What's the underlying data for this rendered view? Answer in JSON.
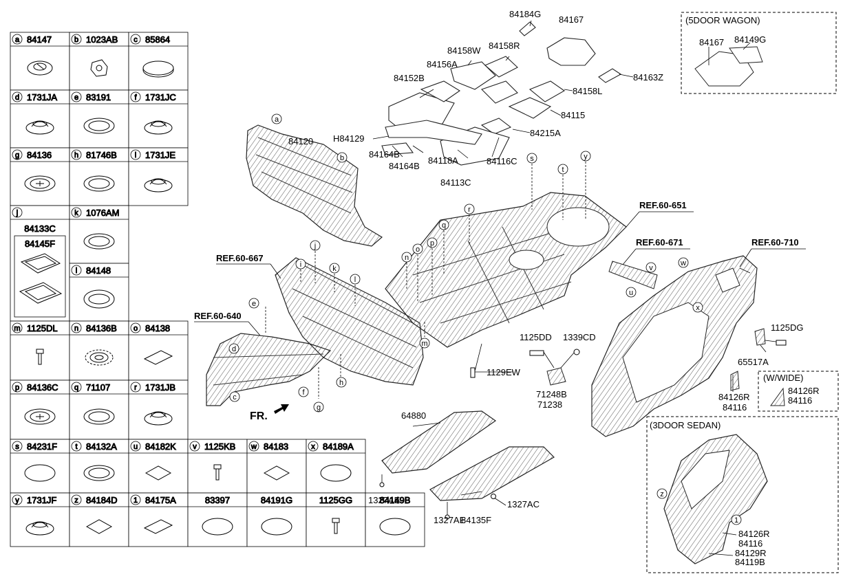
{
  "parts_table": {
    "rows": [
      [
        {
          "key": "a",
          "part": "84147",
          "icon": "clip-icon"
        },
        {
          "key": "b",
          "part": "1023AB",
          "icon": "nut-icon"
        },
        {
          "key": "c",
          "part": "85864",
          "icon": "disc-plug-icon"
        }
      ],
      [
        {
          "key": "d",
          "part": "1731JA",
          "icon": "dome-plug-icon"
        },
        {
          "key": "e",
          "part": "83191",
          "icon": "flat-plug-icon"
        },
        {
          "key": "f",
          "part": "1731JC",
          "icon": "dome-plug-icon"
        }
      ],
      [
        {
          "key": "g",
          "part": "84136",
          "icon": "star-plug-icon"
        },
        {
          "key": "h",
          "part": "81746B",
          "icon": "flat-plug-icon"
        },
        {
          "key": "i",
          "part": "1731JE",
          "icon": "dome-plug-icon"
        }
      ]
    ],
    "j_cell": {
      "key": "j",
      "part": "84133C",
      "sub_part": "84145F"
    },
    "k_cell": {
      "key": "k",
      "part": "1076AM",
      "icon": "flat-plug-icon"
    },
    "l_cell": {
      "key": "l",
      "part": "84148",
      "icon": "oval-plug-icon"
    },
    "rows2": [
      [
        {
          "key": "m",
          "part": "1125DL",
          "icon": "bolt-icon"
        },
        {
          "key": "n",
          "part": "84136B",
          "icon": "gear-plug-icon"
        },
        {
          "key": "o",
          "part": "84138",
          "icon": "pad-icon"
        }
      ],
      [
        {
          "key": "p",
          "part": "84136C",
          "icon": "star-plug-icon"
        },
        {
          "key": "q",
          "part": "71107",
          "icon": "flat-plug-icon"
        },
        {
          "key": "r",
          "part": "1731JB",
          "icon": "dome-plug-icon"
        }
      ],
      [
        {
          "key": "s",
          "part": "84231F",
          "icon": "oval-icon"
        },
        {
          "key": "t",
          "part": "84132A",
          "icon": "flat-plug-icon"
        },
        {
          "key": "u",
          "part": "84182K",
          "icon": "square-pad-icon"
        },
        {
          "key": "v",
          "part": "1125KB",
          "icon": "bolt-icon"
        },
        {
          "key": "w",
          "part": "84183",
          "icon": "square-pad-icon"
        },
        {
          "key": "x",
          "part": "84189A",
          "icon": "oval-icon"
        }
      ],
      [
        {
          "key": "y",
          "part": "1731JF",
          "icon": "dome-plug-icon"
        },
        {
          "key": "z",
          "part": "84184D",
          "icon": "square-pad-icon"
        },
        {
          "key": "1",
          "part": "84175A",
          "icon": "pad-icon"
        },
        {
          "key": "",
          "part": "83397",
          "icon": "oval-icon"
        },
        {
          "key": "",
          "part": "84191G",
          "icon": "oval-icon"
        },
        {
          "key": "",
          "part": "1125GG",
          "icon": "bolt-icon"
        },
        {
          "key": "",
          "part": "84149B",
          "icon": "oval-icon"
        }
      ]
    ]
  },
  "refs": {
    "r651": "REF.60-651",
    "r671": "REF.60-671",
    "r710": "REF.60-710",
    "r667": "REF.60-667",
    "r640": "REF.60-640"
  },
  "fr_label": "FR.",
  "callouts": {
    "wagon_title": "(5DOOR WAGON)",
    "wagon_84167": "84167",
    "wagon_84149G": "84149G",
    "wide_title": "(W/WIDE)",
    "wide_84126R": "84126R",
    "wide_84116": "84116",
    "sedan_title": "(3DOOR SEDAN)",
    "sedan_84126R": "84126R",
    "sedan_84116": "84116",
    "sedan_84129R": "84129R",
    "sedan_84119B": "84119B"
  },
  "part_labels": {
    "p84184G": "84184G",
    "p84167": "84167",
    "p84158W": "84158W",
    "p84158R": "84158R",
    "p84156A": "84156A",
    "p84152B": "84152B",
    "p84163Z": "84163Z",
    "p84158L": "84158L",
    "p84115": "84115",
    "p84215A": "84215A",
    "pH84129": "H84129",
    "p84120": "84120",
    "p84164B_1": "84164B",
    "p84164B_2": "84164B",
    "p84118A": "84118A",
    "p84113C": "84113C",
    "p84116C": "84116C",
    "p1125DD": "1125DD",
    "p1339CD": "1339CD",
    "p1129EW": "1129EW",
    "p71248B": "71248B",
    "p71238": "71238",
    "p1125DG": "1125DG",
    "p65517A": "65517A",
    "p84126R": "84126R",
    "p84116": "84116",
    "p64880": "64880",
    "p1327AE_1": "1327AE",
    "p1327AE_2": "1327AE",
    "p1327AC": "1327AC",
    "p84135F": "84135F"
  },
  "diagram_letters": [
    "a",
    "b",
    "c",
    "d",
    "e",
    "f",
    "g",
    "h",
    "i",
    "j",
    "k",
    "l",
    "m",
    "n",
    "o",
    "p",
    "q",
    "r",
    "s",
    "t",
    "u",
    "v",
    "w",
    "x",
    "y",
    "z",
    "1"
  ]
}
